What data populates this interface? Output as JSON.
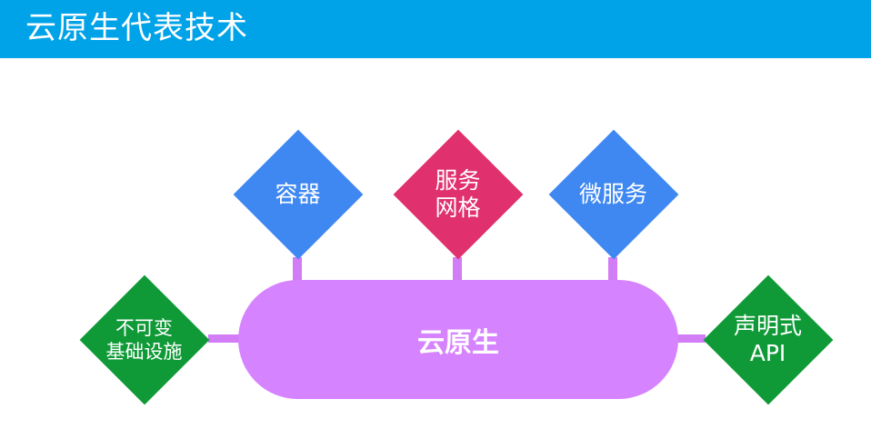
{
  "header": {
    "title": "云原生代表技术"
  },
  "diagram": {
    "center": {
      "label": "云原生"
    },
    "nodes": {
      "container": {
        "lines": [
          "容器"
        ]
      },
      "service_mesh": {
        "lines": [
          "服务",
          "网格"
        ]
      },
      "microservices": {
        "lines": [
          "微服务"
        ]
      },
      "immutable_infrastructure": {
        "lines": [
          "不可变",
          "基础设施"
        ]
      },
      "declarative_api": {
        "lines": [
          "声明式",
          "API"
        ]
      }
    }
  },
  "colors": {
    "header_bg": "#00a3e8",
    "center_fill": "#d683ff",
    "connector": "#d27cf5",
    "blue": "#3f88f2",
    "pink": "#e0306d",
    "green": "#0f9a37"
  }
}
